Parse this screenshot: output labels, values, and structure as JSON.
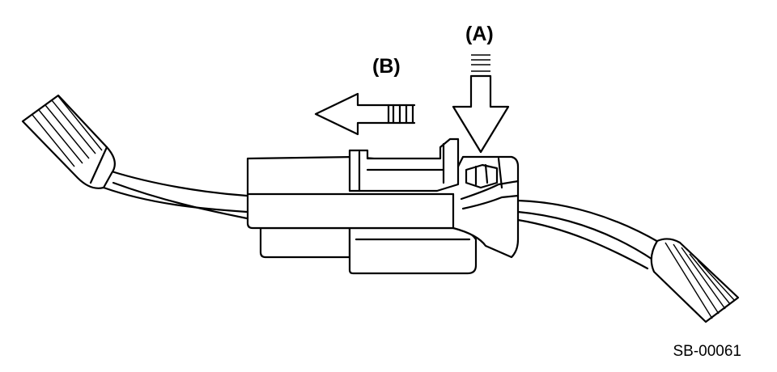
{
  "callouts": {
    "a": "(A)",
    "b": "(B)"
  },
  "figure_id": "SB-00061",
  "colors": {
    "line": "#000000",
    "background": "#ffffff"
  }
}
